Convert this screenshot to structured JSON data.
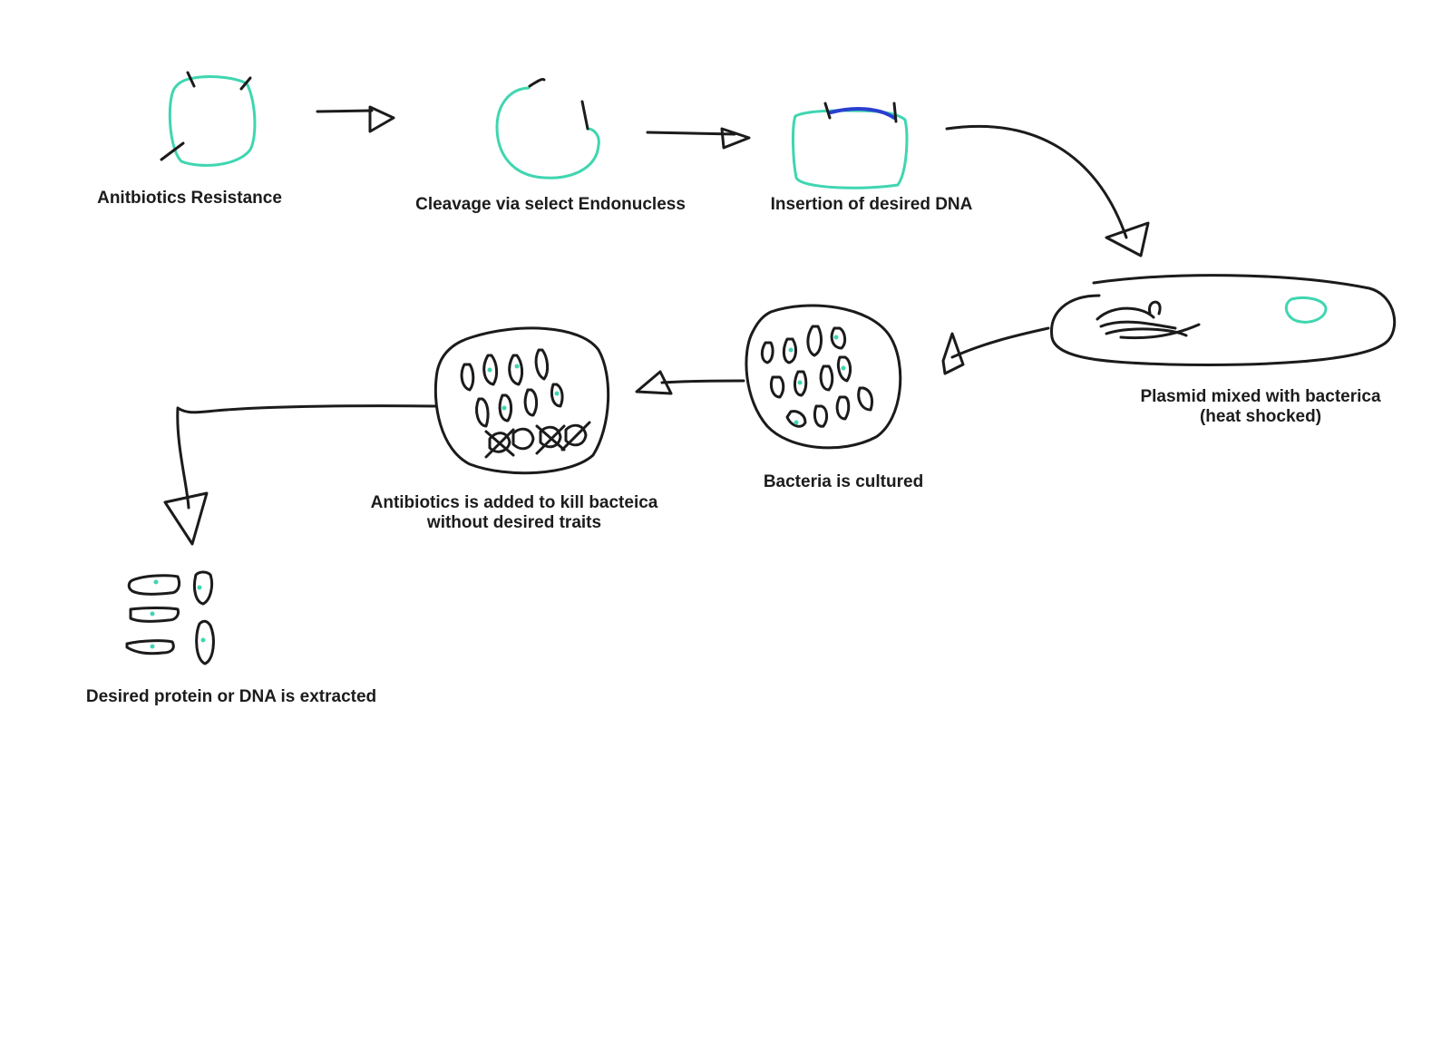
{
  "steps": {
    "antibiotics_resistance": "Anitbiotics Resistance",
    "cleavage": "Cleavage via select Endonucless",
    "insertion": "Insertion of desired DNA",
    "plasmid_mixed": [
      "Plasmid mixed with bacterica",
      "(heat shocked)"
    ],
    "cultured": "Bacteria is cultured",
    "antibiotics_added": [
      "Antibiotics is added to kill bacteica",
      "without desired traits"
    ],
    "extracted": "Desired protein or DNA is extracted"
  },
  "colors": {
    "ink": "#1b1b1b",
    "plasmid": "#3fd6b0",
    "inserted_dna": "#2a3fd0",
    "background": "#ffffff"
  }
}
